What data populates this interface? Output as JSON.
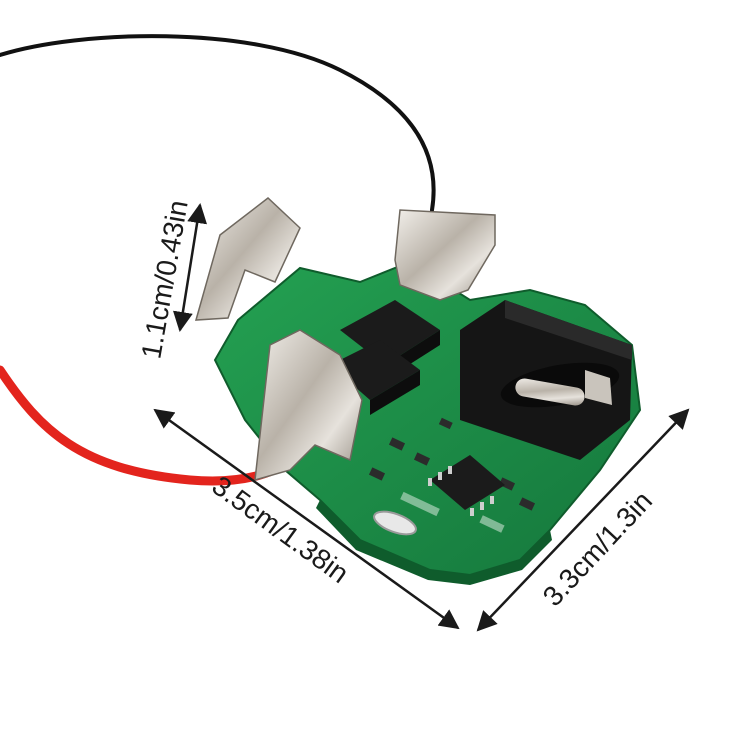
{
  "product_photo": {
    "subject": "battery-protection-pcb-module",
    "dimensions": {
      "height_label": "1.1cm/0.43in",
      "length_label": "3.5cm/1.38in",
      "width_label": "3.3cm/1.3in"
    },
    "colors": {
      "board": "#1f8f4a",
      "board_dark": "#146a35",
      "silkscreen": "#e8f2ea",
      "metal": "#c9c4bc",
      "red_wire": "#e3241d",
      "black_wire": "#111111",
      "connector": "#151515",
      "chip": "#1b1b1b"
    }
  }
}
